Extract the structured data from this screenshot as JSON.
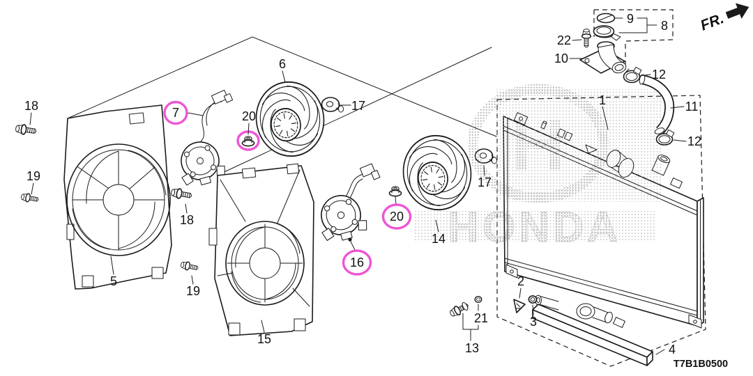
{
  "diagram": {
    "code": "T7B1B0500",
    "direction_label": "FR.",
    "watermark_text": "HONDA",
    "watermark_monogram": "H",
    "highlight_color": "#ee55d5",
    "line_color": "#1a1a1a",
    "background": "#ffffff",
    "highlighted_callouts": [
      "7",
      "16",
      "20"
    ]
  },
  "callouts": [
    {
      "text": "18"
    },
    {
      "text": "19"
    },
    {
      "text": "5"
    },
    {
      "text": "7"
    },
    {
      "text": "18"
    },
    {
      "text": "19"
    },
    {
      "text": "20"
    },
    {
      "text": "6"
    },
    {
      "text": "17"
    },
    {
      "text": "15"
    },
    {
      "text": "16"
    },
    {
      "text": "20"
    },
    {
      "text": "14"
    },
    {
      "text": "17"
    },
    {
      "text": "1"
    },
    {
      "text": "9"
    },
    {
      "text": "8"
    },
    {
      "text": "22"
    },
    {
      "text": "10"
    },
    {
      "text": "12"
    },
    {
      "text": "11"
    },
    {
      "text": "12"
    },
    {
      "text": "2"
    },
    {
      "text": "3"
    },
    {
      "text": "21"
    },
    {
      "text": "13"
    },
    {
      "text": "4"
    }
  ]
}
